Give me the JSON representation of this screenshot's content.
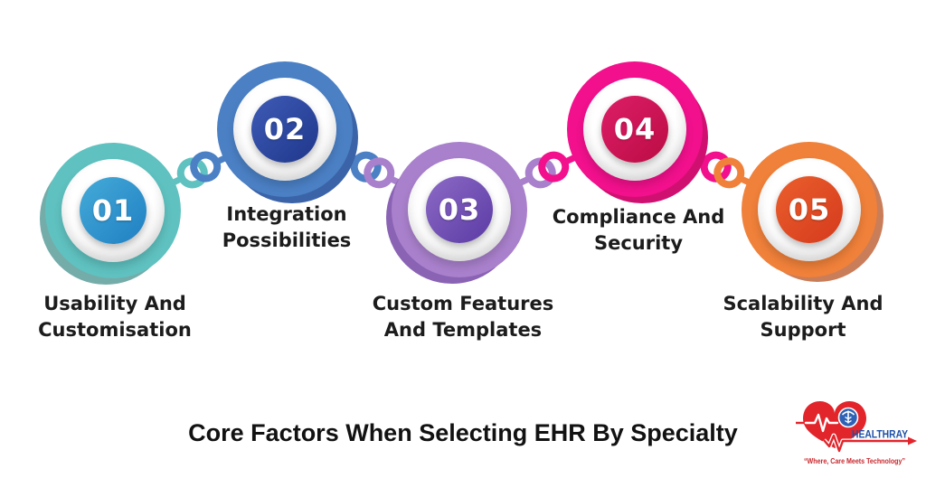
{
  "title": "Core Factors When Selecting EHR By Specialty",
  "steps": [
    {
      "number": "01",
      "lines": [
        "Usability And",
        "Customisation"
      ],
      "colors": {
        "ring": "#5FC2C0",
        "swoosh": "#74ACAA",
        "disc_from": "#45ABD8",
        "disc_to": "#1F7FC2"
      }
    },
    {
      "number": "02",
      "lines": [
        "Integration",
        "Possibilities"
      ],
      "colors": {
        "ring": "#4B80C5",
        "swoosh": "#3B63A8",
        "disc_from": "#3E5BB5",
        "disc_to": "#1F378C"
      }
    },
    {
      "number": "03",
      "lines": [
        "Custom Features",
        "And Templates"
      ],
      "colors": {
        "ring": "#A980CC",
        "swoosh": "#8A63B4",
        "disc_from": "#8C6AC6",
        "disc_to": "#5B3BA4"
      }
    },
    {
      "number": "04",
      "lines": [
        "Compliance And",
        "Security"
      ],
      "colors": {
        "ring": "#F2108C",
        "swoosh": "#D01070",
        "disc_from": "#DD1E67",
        "disc_to": "#BB0C44"
      }
    },
    {
      "number": "05",
      "lines": [
        "Scalability And",
        "Support"
      ],
      "colors": {
        "ring": "#F0813A",
        "swoosh": "#C97D58",
        "disc_from": "#EA5F2D",
        "disc_to": "#D53A1C"
      }
    }
  ],
  "logo": {
    "brand": "HEALTHRAY",
    "tagline": "“Where, Care Meets Technology”",
    "colors": {
      "heart": "#E2242B",
      "badge": "#2F62B5",
      "brand_text": "#1F4FA5",
      "tagline_text": "#C8272D"
    }
  }
}
